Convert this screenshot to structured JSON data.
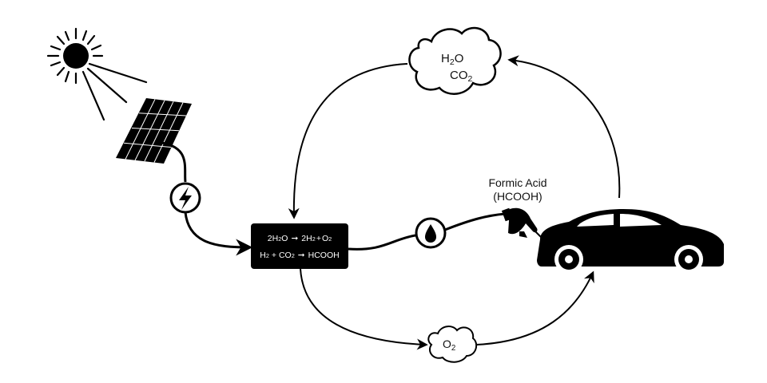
{
  "colors": {
    "ink": "#000000",
    "background": "#ffffff",
    "reaction_text": "#ffffff"
  },
  "icons": [
    "sun-icon",
    "solar-panel-icon",
    "lightning-bolt-icon",
    "water-drop-icon",
    "fuel-nozzle-icon",
    "car-icon",
    "cloud-icon"
  ],
  "cloud": {
    "line1_main": "H",
    "line1_sub": "2",
    "line1_tail": "O",
    "line2_main": "CO",
    "line2_sub": "2"
  },
  "oxygen": {
    "main": "O",
    "sub": "2"
  },
  "fuel": {
    "name": "Formic Acid",
    "formula": "(HCOOH)"
  },
  "reactor": {
    "line1": {
      "a": "2H",
      "a_sub": "2",
      "b": "O",
      "arrow": "➞",
      "c": "2H",
      "c_sub": "2",
      "plus": "+",
      "d": "O",
      "d_sub": "2"
    },
    "line2": {
      "a": "H",
      "a_sub": "2",
      "plus": " + CO",
      "b_sub": "2",
      "arrow": "➞",
      "c": "HCOOH"
    }
  }
}
